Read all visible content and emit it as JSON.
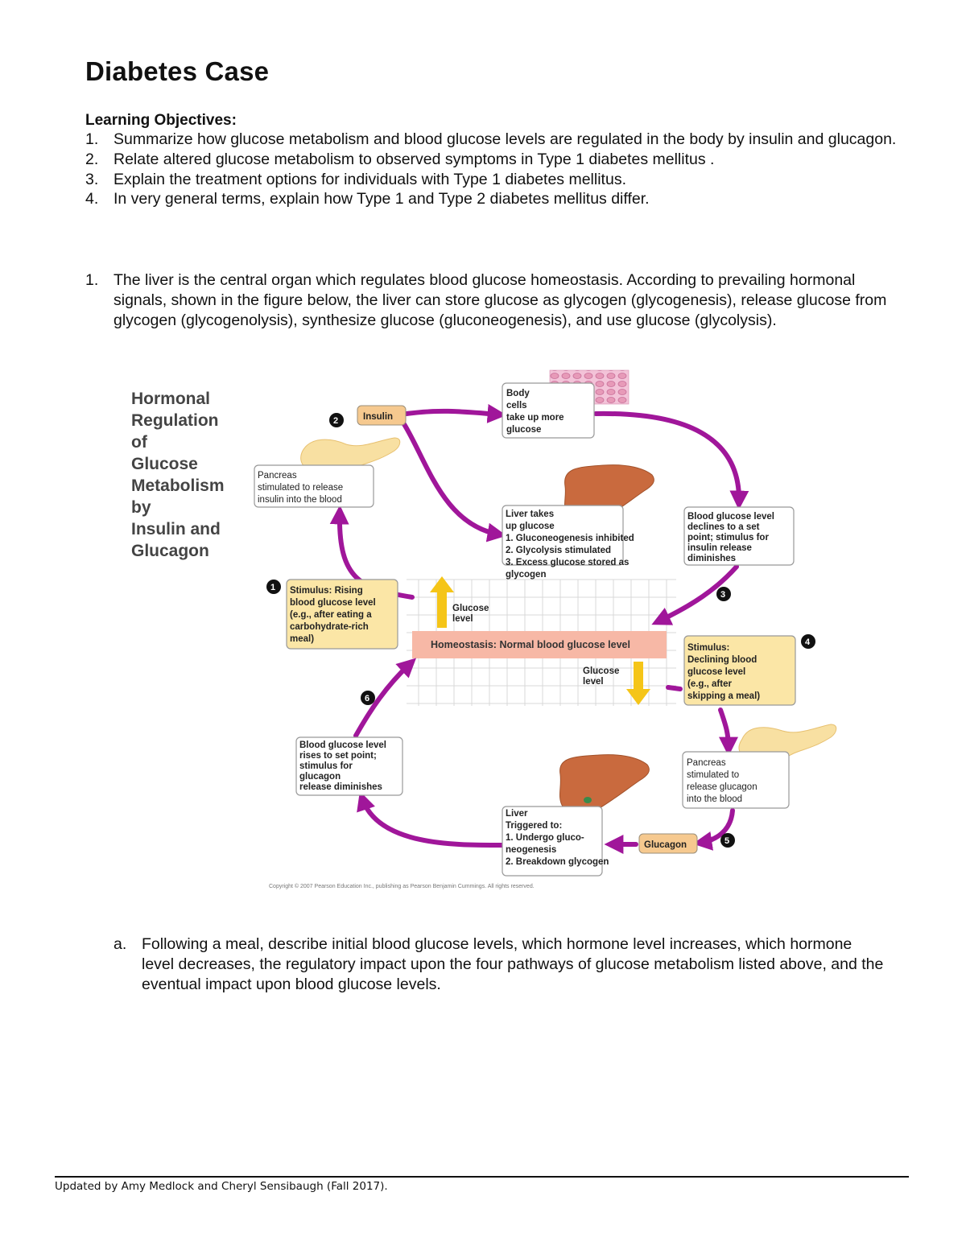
{
  "title": "Diabetes Case",
  "objectives_heading": "Learning Objectives:",
  "objectives": [
    {
      "num": "1.",
      "text": "Summarize how glucose metabolism and blood glucose levels are regulated in the body by insulin and glucagon."
    },
    {
      "num": "2.",
      "text": "Relate altered glucose metabolism to observed symptoms in Type 1 diabetes mellitus ."
    },
    {
      "num": "3.",
      "text": "Explain the treatment options for individuals with Type 1 diabetes mellitus."
    },
    {
      "num": "4.",
      "text": "In very general terms, explain how Type 1 and Type 2 diabetes mellitus differ."
    }
  ],
  "questions": [
    {
      "num": "1.",
      "text": "The liver is the central organ which regulates blood glucose homeostasis.  According to prevailing hormonal signals, shown in the figure below, the liver can store glucose as glycogen (glycogenesis), release glucose from glycogen (glycogenolysis), synthesize glucose (gluconeogenesis), and use glucose (glycolysis)."
    }
  ],
  "subquestions": [
    {
      "num": "a.",
      "text": "Following a meal, describe initial blood glucose levels, which hormone level increases, which hormone level decreases, the regulatory impact upon the four pathways of glucose metabolism listed above, and the eventual impact upon blood glucose levels."
    }
  ],
  "figure": {
    "title_lines": [
      "Hormonal",
      "Regulation",
      "of",
      "Glucose",
      "Metabolism",
      "by",
      "Insulin and",
      "Glucagon"
    ],
    "insulin_label": "Insulin",
    "glucagon_label": "Glucagon",
    "homeostasis_label": "Homeostasis: Normal blood glucose level",
    "glucose_level_up": [
      "Glucose",
      "level"
    ],
    "glucose_level_down": [
      "Glucose",
      "level"
    ],
    "step_numbers": [
      "1",
      "2",
      "3",
      "4",
      "5",
      "6"
    ],
    "boxes": {
      "body_cells": [
        "Body",
        "cells",
        "take up more",
        "glucose"
      ],
      "pancreas_insulin": [
        "Pancreas",
        "stimulated to release",
        "insulin into the blood"
      ],
      "liver_takes_up": [
        "Liver takes",
        "up glucose",
        "1. Gluconeogenesis inhibited",
        "2. Glycolysis stimulated",
        "3. Excess glucose stored as",
        "glycogen"
      ],
      "declines": [
        "Blood glucose level",
        "declines to a set",
        "point; stimulus for",
        "insulin release",
        "diminishes"
      ],
      "stimulus_rising": [
        "Stimulus: Rising",
        "blood glucose level",
        "(e.g., after eating a",
        "carbohydrate-rich",
        "meal)"
      ],
      "stimulus_declining": [
        "Stimulus:",
        "Declining blood",
        "glucose level",
        "(e.g., after",
        "skipping a meal)"
      ],
      "rises": [
        "Blood glucose level",
        "rises to set point;",
        "stimulus for",
        "glucagon",
        "release diminishes"
      ],
      "pancreas_glucagon": [
        "Pancreas",
        "stimulated to",
        "release glucagon",
        "into the blood"
      ],
      "liver_triggered": [
        "Liver",
        "Triggered to:",
        "1. Undergo gluco-",
        "neogenesis",
        "2.  Breakdown glycogen"
      ]
    },
    "copyright": "Copyright © 2007 Pearson Education Inc., publishing as Pearson Benjamin Cummings. All rights reserved.",
    "colors": {
      "arrow": "#a0169a",
      "hormone_fill": "#f6c98f",
      "stimulus_fill": "#fbe6a6",
      "homeostasis_fill": "#f7b8a6",
      "yellow_arrow": "#f5c518",
      "liver": "#c96a3e",
      "pancreas": "#f8e0a2"
    }
  },
  "footer": "Updated by Amy Medlock and Cheryl Sensibaugh (Fall 2017)."
}
